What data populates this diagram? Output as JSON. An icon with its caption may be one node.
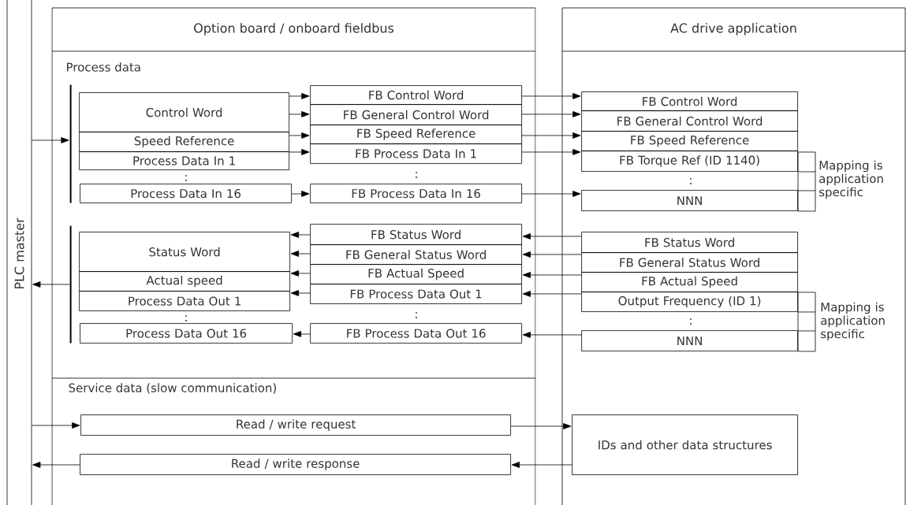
{
  "diagram": {
    "nodes": [
      {
        "text": [
          "PLC master"
        ]
      },
      {
        "text": [
          "Option board / onboard fieldbus"
        ]
      },
      {
        "text": [
          "AC drive application"
        ]
      },
      {
        "text": [],
        "shape": "bar",
        "in": 1
      },
      {
        "text": [
          "Control Word"
        ],
        "in": 1
      },
      {
        "text": [
          "Speed Reference"
        ],
        "in": 1
      },
      {
        "text": [
          "Process Data In 1"
        ],
        "in": 1
      },
      {
        "text": [
          "Process Data In 16"
        ],
        "in": 1
      },
      {
        "text": [
          "FB Control Word"
        ],
        "in": 1
      },
      {
        "text": [
          "FB General Control Word"
        ],
        "in": 1
      },
      {
        "text": [
          "FB Speed Reference"
        ],
        "in": 1
      },
      {
        "text": [
          "FB Process Data In 1"
        ],
        "in": 1
      },
      {
        "text": [
          "FB Process Data In 16"
        ],
        "in": 1
      },
      {
        "text": [
          "FB Control Word"
        ],
        "in": 2
      },
      {
        "text": [
          "FB General Control Word"
        ],
        "in": 2
      },
      {
        "text": [
          "FB Speed Reference"
        ],
        "in": 2
      },
      {
        "text": [
          "FB Torque Ref (ID 1140)"
        ],
        "in": 2
      },
      {
        "text": [
          "NNN"
        ],
        "in": 2
      },
      {
        "text": [],
        "shape": "bar",
        "in": 1
      },
      {
        "text": [
          "Status Word"
        ],
        "in": 1
      },
      {
        "text": [
          "Actual speed"
        ],
        "in": 1
      },
      {
        "text": [
          "Process Data Out 1"
        ],
        "in": 1
      },
      {
        "text": [
          "Process Data Out 16"
        ],
        "in": 1
      },
      {
        "text": [
          "FB Status Word"
        ],
        "in": 1
      },
      {
        "text": [
          "FB General Status Word"
        ],
        "in": 1
      },
      {
        "text": [
          "FB Actual Speed"
        ],
        "in": 1
      },
      {
        "text": [
          "FB Process Data Out 1"
        ],
        "in": 1
      },
      {
        "text": [
          "FB Process Data Out 16"
        ],
        "in": 1
      },
      {
        "text": [
          "FB Status Word"
        ],
        "in": 2
      },
      {
        "text": [
          "FB General Status Word"
        ],
        "in": 2
      },
      {
        "text": [
          "FB Actual Speed"
        ],
        "in": 2
      },
      {
        "text": [
          "Output Frequency (ID 1)"
        ],
        "in": 2
      },
      {
        "text": [
          "NNN"
        ],
        "in": 2
      },
      {
        "text": [
          "Read / write request"
        ],
        "in": 1
      },
      {
        "text": [
          "Read / write response"
        ],
        "in": 1
      },
      {
        "text": [
          "IDs and other data structures"
        ],
        "in": 2
      }
    ],
    "edges": [
      {
        "from": 0,
        "to": 3,
        "arrow": "to"
      },
      {
        "from": 4,
        "to": 8,
        "arrow": "to"
      },
      {
        "from": 4,
        "to": 9,
        "arrow": "to"
      },
      {
        "from": 5,
        "to": 10,
        "arrow": "to"
      },
      {
        "from": 6,
        "to": 11,
        "arrow": "to"
      },
      {
        "from": 7,
        "to": 12,
        "arrow": "to"
      },
      {
        "from": 8,
        "to": 13,
        "arrow": "to"
      },
      {
        "from": 9,
        "to": 14,
        "arrow": "to"
      },
      {
        "from": 10,
        "to": 15,
        "arrow": "to"
      },
      {
        "from": 11,
        "to": 16,
        "arrow": "to"
      },
      {
        "from": 12,
        "to": 17,
        "arrow": "to"
      },
      {
        "from": 18,
        "to": 0,
        "arrow": "to"
      },
      {
        "from": 23,
        "to": 19,
        "arrow": "to"
      },
      {
        "from": 24,
        "to": 19,
        "arrow": "to"
      },
      {
        "from": 25,
        "to": 20,
        "arrow": "to"
      },
      {
        "from": 26,
        "to": 21,
        "arrow": "to"
      },
      {
        "from": 27,
        "to": 22,
        "arrow": "to"
      },
      {
        "from": 28,
        "to": 23,
        "arrow": "to"
      },
      {
        "from": 29,
        "to": 24,
        "arrow": "to"
      },
      {
        "from": 30,
        "to": 25,
        "arrow": "to"
      },
      {
        "from": 31,
        "to": 26,
        "arrow": "to"
      },
      {
        "from": 32,
        "to": 27,
        "arrow": "to"
      },
      {
        "from": 0,
        "to": 33,
        "arrow": "to"
      },
      {
        "from": 33,
        "to": 35,
        "arrow": "to"
      },
      {
        "from": 35,
        "to": 34,
        "arrow": "to"
      },
      {
        "from": 34,
        "to": 0,
        "arrow": "to"
      }
    ],
    "labels": [
      "Process data",
      ":",
      ":",
      ":",
      "Mapping is application specific",
      ":",
      ":",
      ":",
      "Mapping is application specific",
      "Service data (slow communication)"
    ]
  }
}
